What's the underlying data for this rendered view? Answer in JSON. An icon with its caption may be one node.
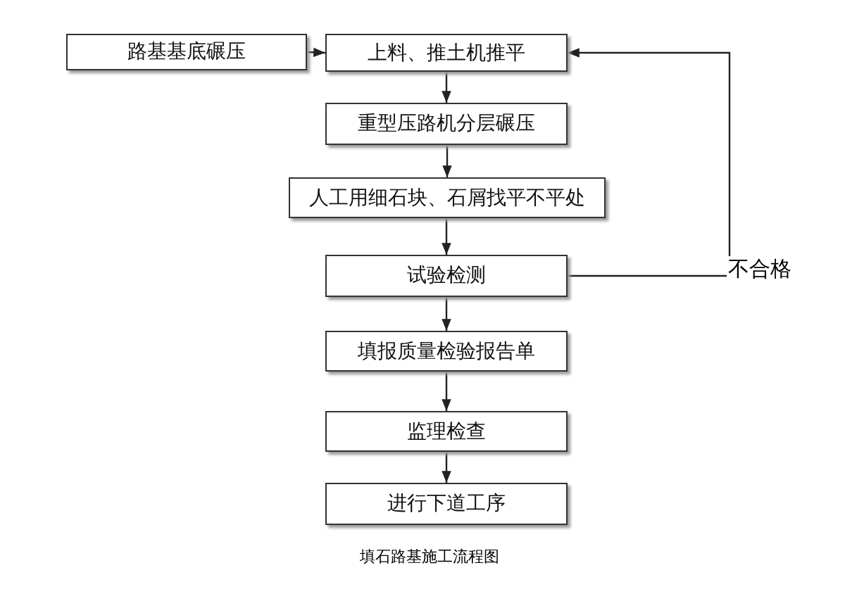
{
  "diagram": {
    "caption": "填石路基施工流程图",
    "nodes": [
      {
        "text": [
          "路基基底碾压"
        ]
      },
      {
        "text": [
          "上料、推土机推平"
        ]
      },
      {
        "text": [
          "重型压路机分层碾压"
        ]
      },
      {
        "text": [
          "人工用细石块、石屑找平不平处"
        ]
      },
      {
        "text": [
          "试验检测"
        ]
      },
      {
        "text": [
          "填报质量检验报告单"
        ]
      },
      {
        "text": [
          "监理检查"
        ]
      },
      {
        "text": [
          "进行下道工序"
        ]
      }
    ],
    "edges": [
      {
        "from": 0,
        "to": 1,
        "arrow": "to"
      },
      {
        "from": 1,
        "to": 2,
        "arrow": "to"
      },
      {
        "from": 2,
        "to": 3,
        "arrow": "to"
      },
      {
        "from": 3,
        "to": 4,
        "arrow": "to"
      },
      {
        "from": 4,
        "to": 5,
        "arrow": "to"
      },
      {
        "from": 5,
        "to": 6,
        "arrow": "to"
      },
      {
        "from": 6,
        "to": 7,
        "arrow": "to"
      },
      {
        "from": 4,
        "to": 1,
        "arrow": "to",
        "label": "不合格"
      }
    ]
  }
}
